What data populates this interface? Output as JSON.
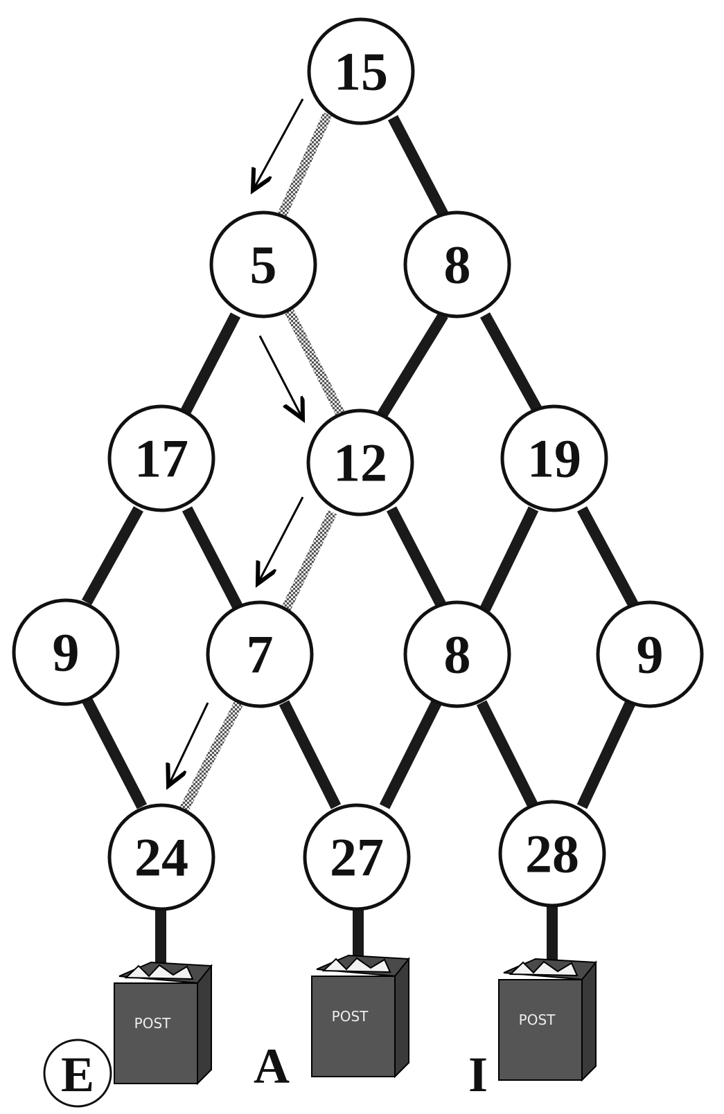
{
  "nodes": {
    "n15": "15",
    "n5": "5",
    "n8a": "8",
    "n17": "17",
    "n12": "12",
    "n19": "19",
    "n9a": "9",
    "n7": "7",
    "n8b": "8",
    "n9b": "9",
    "n24": "24",
    "n27": "27",
    "n28": "28"
  },
  "mailboxes": {
    "left_label": "POST",
    "middle_label": "POST",
    "right_label": "POST"
  },
  "letters": {
    "left": "E",
    "middle": "A",
    "right": "I"
  },
  "colors": {
    "edge": "#1a1a1a",
    "mailbox": "#555555",
    "highlight_path": "checkered grey"
  }
}
